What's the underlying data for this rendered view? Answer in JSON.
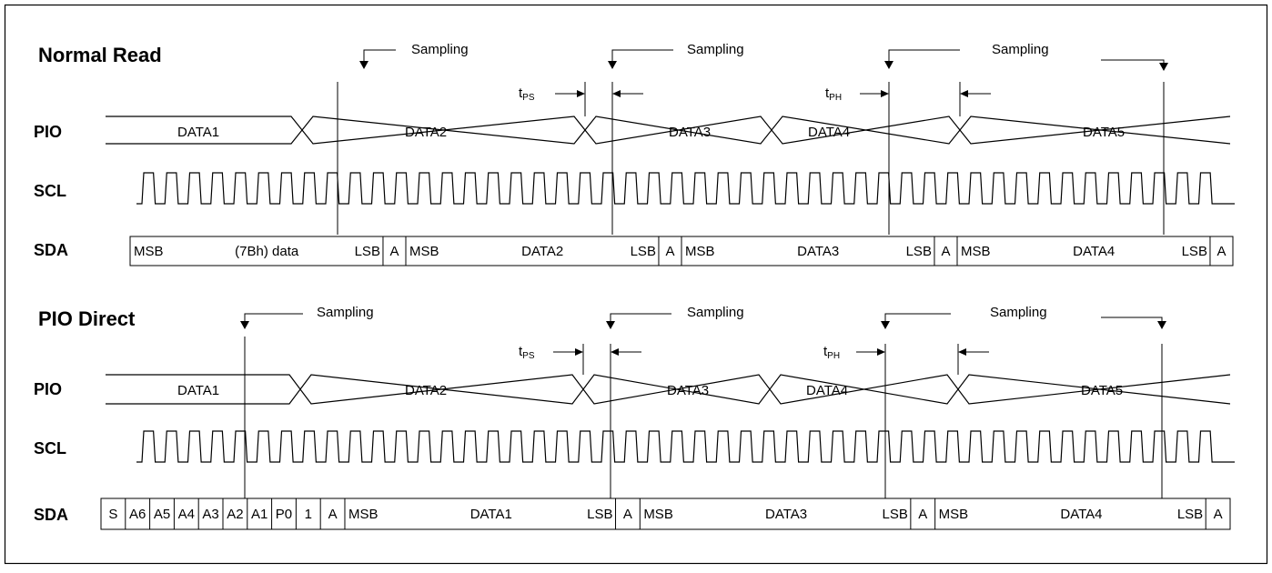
{
  "sections": [
    {
      "title": "Normal Read",
      "signals": {
        "pio": "PIO",
        "scl": "SCL",
        "sda": "SDA"
      },
      "sampling_label": "Sampling",
      "pio_data": [
        "DATA1",
        "DATA2",
        "DATA3",
        "DATA4",
        "DATA5"
      ],
      "t_ps": {
        "base": "t",
        "sub": "PS"
      },
      "t_ph": {
        "base": "t",
        "sub": "PH"
      },
      "sda_cells": [
        "MSB",
        "(7Bh) data",
        "LSB",
        "A",
        "MSB",
        "DATA2",
        "LSB",
        "A",
        "MSB",
        "DATA3",
        "LSB",
        "A",
        "MSB",
        "DATA4",
        "LSB",
        "A"
      ]
    },
    {
      "title": "PIO Direct",
      "signals": {
        "pio": "PIO",
        "scl": "SCL",
        "sda": "SDA"
      },
      "sampling_label": "Sampling",
      "pio_data": [
        "DATA1",
        "DATA2",
        "DATA3",
        "DATA4",
        "DATA5"
      ],
      "t_ps": {
        "base": "t",
        "sub": "PS"
      },
      "t_ph": {
        "base": "t",
        "sub": "PH"
      },
      "sda_cells": [
        "S",
        "A6",
        "A5",
        "A4",
        "A3",
        "A2",
        "A1",
        "P0",
        "1",
        "A",
        "MSB",
        "DATA1",
        "LSB",
        "A",
        "MSB",
        "DATA3",
        "LSB",
        "A",
        "MSB",
        "DATA4",
        "LSB",
        "A"
      ]
    }
  ]
}
